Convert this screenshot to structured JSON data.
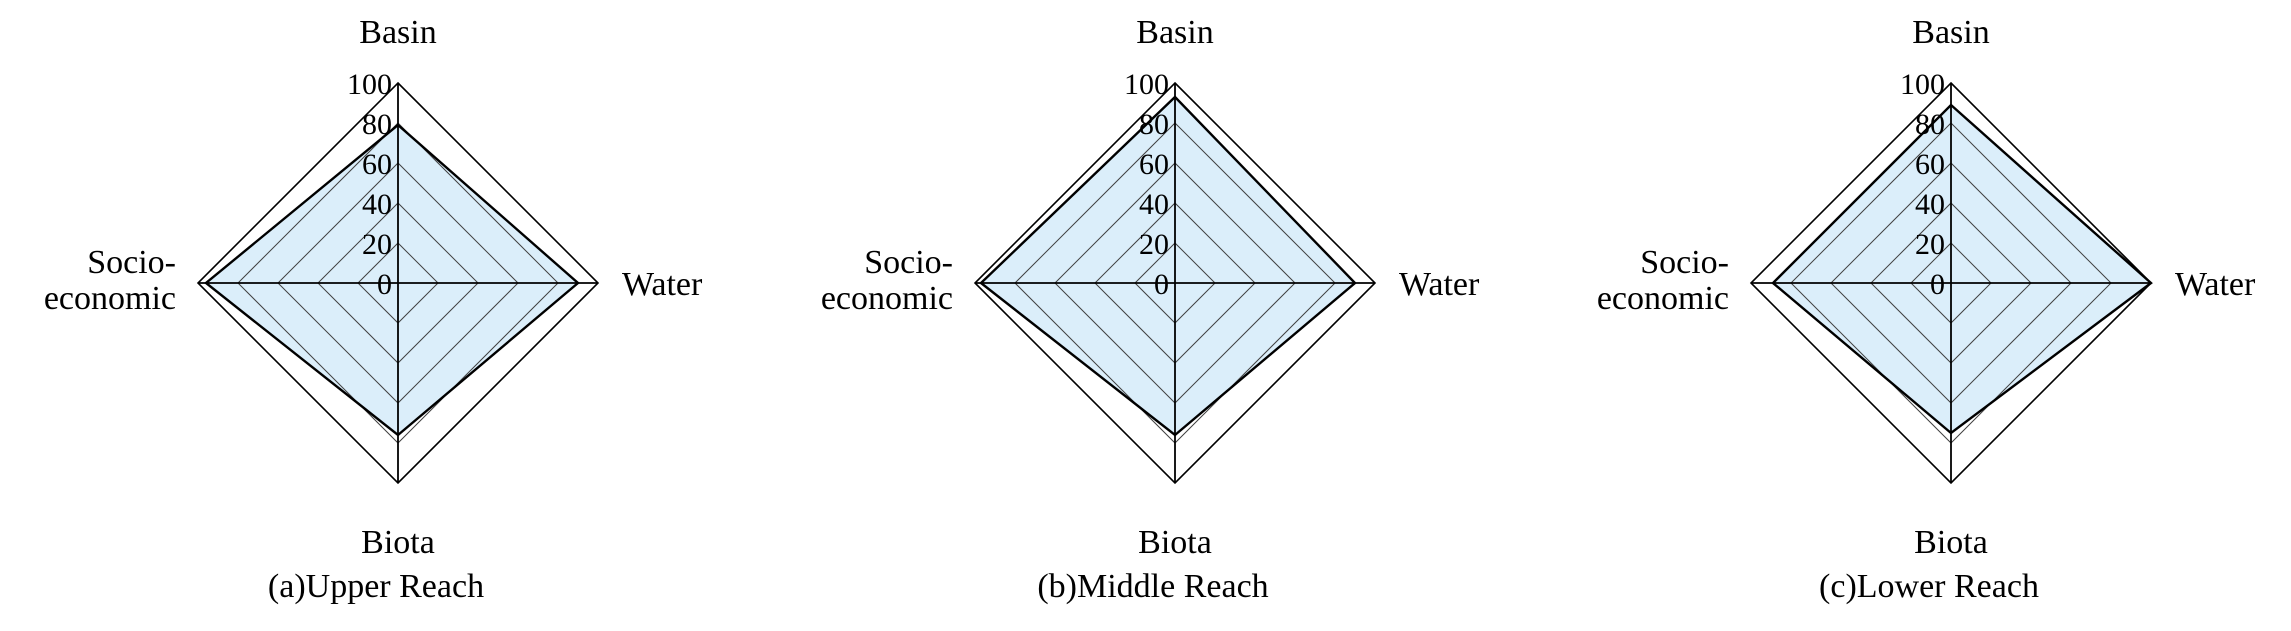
{
  "chart_data": [
    {
      "type": "radar",
      "caption": "(a)Upper Reach",
      "axes": [
        "Basin",
        "Water",
        "Biota",
        "Socio-economic"
      ],
      "axis_label_lines": [
        [
          "Basin"
        ],
        [
          "Water"
        ],
        [
          "Biota"
        ],
        [
          "Socio-",
          "economic"
        ]
      ],
      "ticks": [
        "0",
        "20",
        "40",
        "60",
        "80",
        "100"
      ],
      "rlim": [
        0,
        100
      ],
      "values": [
        79,
        90,
        76,
        96
      ],
      "fill_color": "#dbeefa",
      "line_color": "#000000",
      "grid_color": "#404040"
    },
    {
      "type": "radar",
      "caption": "(b)Middle Reach",
      "axes": [
        "Basin",
        "Water",
        "Biota",
        "Socio-economic"
      ],
      "axis_label_lines": [
        [
          "Basin"
        ],
        [
          "Water"
        ],
        [
          "Biota"
        ],
        [
          "Socio-",
          "economic"
        ]
      ],
      "ticks": [
        "0",
        "20",
        "40",
        "60",
        "80",
        "100"
      ],
      "rlim": [
        0,
        100
      ],
      "values": [
        93,
        90,
        76,
        97
      ],
      "fill_color": "#dbeefa",
      "line_color": "#000000",
      "grid_color": "#404040"
    },
    {
      "type": "radar",
      "caption": "(c)Lower Reach",
      "axes": [
        "Basin",
        "Water",
        "Biota",
        "Socio-economic"
      ],
      "axis_label_lines": [
        [
          "Basin"
        ],
        [
          "Water"
        ],
        [
          "Biota"
        ],
        [
          "Socio-",
          "economic"
        ]
      ],
      "ticks": [
        "0",
        "20",
        "40",
        "60",
        "80",
        "100"
      ],
      "rlim": [
        0,
        100
      ],
      "values": [
        89,
        100,
        75,
        89
      ],
      "fill_color": "#dbeefa",
      "line_color": "#000000",
      "grid_color": "#404040"
    }
  ]
}
